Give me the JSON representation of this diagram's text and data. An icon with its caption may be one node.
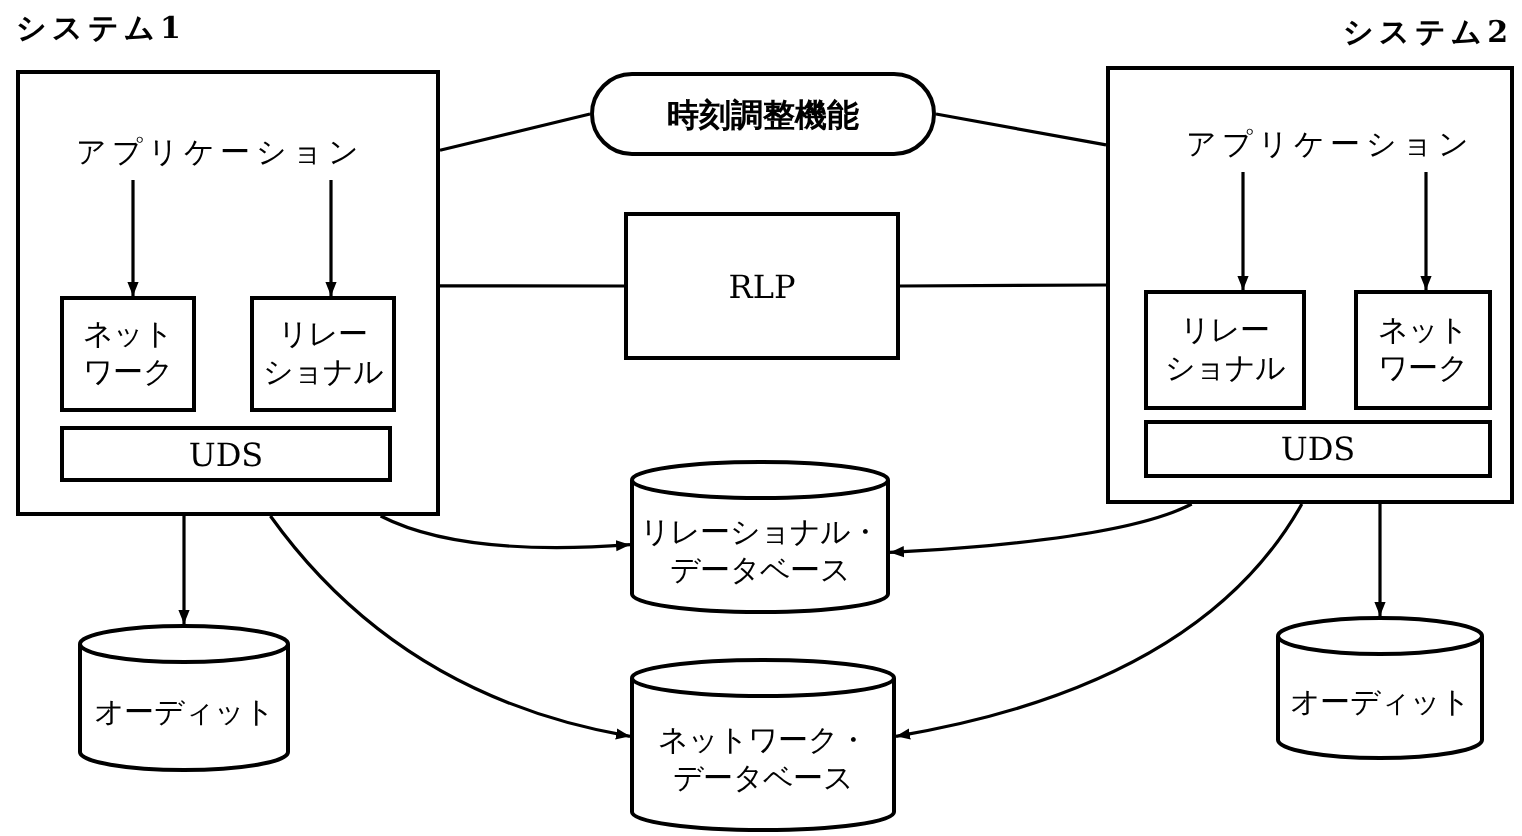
{
  "diagram": {
    "nodes": [
      {
        "text": [
          "システム1"
        ]
      },
      {
        "text": [
          "アプリケーション"
        ],
        "in": 0
      },
      {
        "text": [
          "ネットワーク"
        ],
        "in": 0
      },
      {
        "text": [
          "リレーショナル"
        ],
        "in": 0
      },
      {
        "text": [
          "UDS"
        ],
        "in": 0
      },
      {
        "text": [
          "時刻調整機能"
        ]
      },
      {
        "text": [
          "RLP"
        ]
      },
      {
        "text": [
          "システム2"
        ]
      },
      {
        "text": [
          "アプリケーション"
        ],
        "in": 7
      },
      {
        "text": [
          "リレーショナル"
        ],
        "in": 7
      },
      {
        "text": [
          "ネットワーク"
        ],
        "in": 7
      },
      {
        "text": [
          "UDS"
        ],
        "in": 7
      },
      {
        "text": [
          "オーディット"
        ]
      },
      {
        "text": [
          "リレーショナル・データベース"
        ]
      },
      {
        "text": [
          "ネットワーク・データベース"
        ]
      },
      {
        "text": [
          "オーディット"
        ]
      }
    ],
    "edges": [
      {
        "from": 0,
        "to": 5,
        "arrow": "none"
      },
      {
        "from": 5,
        "to": 7,
        "arrow": "none"
      },
      {
        "from": 0,
        "to": 6,
        "arrow": "none"
      },
      {
        "from": 6,
        "to": 7,
        "arrow": "none"
      },
      {
        "from": 1,
        "to": 2,
        "arrow": "to"
      },
      {
        "from": 1,
        "to": 3,
        "arrow": "to"
      },
      {
        "from": 8,
        "to": 9,
        "arrow": "to"
      },
      {
        "from": 8,
        "to": 10,
        "arrow": "to"
      },
      {
        "from": 0,
        "to": 12,
        "arrow": "to"
      },
      {
        "from": 0,
        "to": 13,
        "arrow": "to"
      },
      {
        "from": 0,
        "to": 14,
        "arrow": "to"
      },
      {
        "from": 7,
        "to": 13,
        "arrow": "to"
      },
      {
        "from": 7,
        "to": 14,
        "arrow": "to"
      },
      {
        "from": 7,
        "to": 15,
        "arrow": "to"
      }
    ]
  }
}
